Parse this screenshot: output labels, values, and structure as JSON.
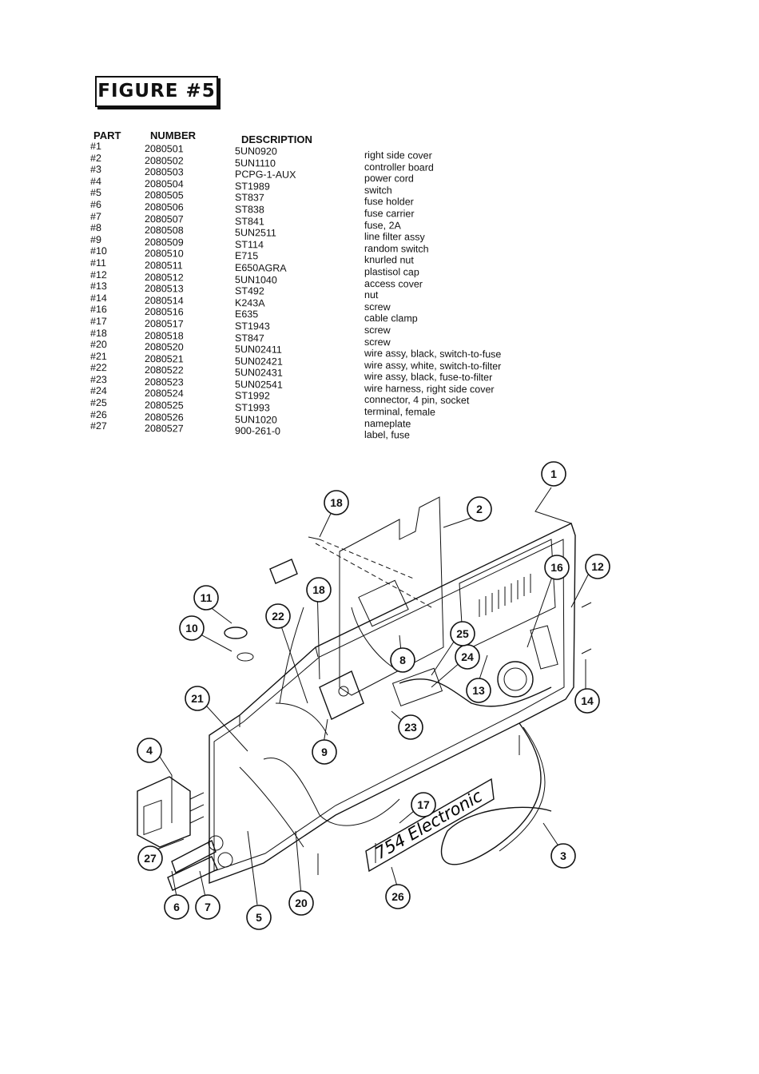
{
  "figure_title": "FIGURE  #5",
  "headers": {
    "part": "PART",
    "number": "NUMBER",
    "description": "DESCRIPTION"
  },
  "parts": [
    {
      "part": "#1",
      "number": "2080501",
      "code": "5UN0920",
      "desc": "right side cover"
    },
    {
      "part": "#2",
      "number": "2080502",
      "code": "5UN1110",
      "desc": "controller board"
    },
    {
      "part": "#3",
      "number": "2080503",
      "code": "PCPG-1-AUX",
      "desc": "power cord"
    },
    {
      "part": "#4",
      "number": "2080504",
      "code": "ST1989",
      "desc": "switch"
    },
    {
      "part": "#5",
      "number": "2080505",
      "code": "ST837",
      "desc": "fuse holder"
    },
    {
      "part": "#6",
      "number": "2080506",
      "code": "ST838",
      "desc": "fuse carrier"
    },
    {
      "part": "#7",
      "number": "2080507",
      "code": "ST841",
      "desc": "fuse, 2A"
    },
    {
      "part": "#8",
      "number": "2080508",
      "code": "5UN2511",
      "desc": "line filter assy"
    },
    {
      "part": "#9",
      "number": "2080509",
      "code": "ST114",
      "desc": "random switch"
    },
    {
      "part": "#10",
      "number": "2080510",
      "code": "E715",
      "desc": "knurled nut"
    },
    {
      "part": "#11",
      "number": "2080511",
      "code": "E650AGRA",
      "desc": "plastisol cap"
    },
    {
      "part": "#12",
      "number": "2080512",
      "code": "5UN1040",
      "desc": "access cover"
    },
    {
      "part": "#13",
      "number": "2080513",
      "code": "ST492",
      "desc": "nut"
    },
    {
      "part": "#14",
      "number": "2080514",
      "code": "K243A",
      "desc": "screw"
    },
    {
      "part": "#16",
      "number": "2080516",
      "code": "E635",
      "desc": "cable clamp"
    },
    {
      "part": "#17",
      "number": "2080517",
      "code": "ST1943",
      "desc": "screw"
    },
    {
      "part": "#18",
      "number": "2080518",
      "code": "ST847",
      "desc": "screw"
    },
    {
      "part": "#20",
      "number": "2080520",
      "code": "5UN02411",
      "desc": "wire assy, black, switch-to-fuse"
    },
    {
      "part": "#21",
      "number": "2080521",
      "code": "5UN02421",
      "desc": "wire assy, white, switch-to-filter"
    },
    {
      "part": "#22",
      "number": "2080522",
      "code": "5UN02431",
      "desc": "wire assy, black, fuse-to-filter"
    },
    {
      "part": "#23",
      "number": "2080523",
      "code": "5UN02541",
      "desc": "wire harness, right side cover"
    },
    {
      "part": "#24",
      "number": "2080524",
      "code": "ST1992",
      "desc": "connector, 4 pin, socket"
    },
    {
      "part": "#25",
      "number": "2080525",
      "code": "ST1993",
      "desc": "terminal, female"
    },
    {
      "part": "#26",
      "number": "2080526",
      "code": "5UN1020",
      "desc": "nameplate"
    },
    {
      "part": "#27",
      "number": "2080527",
      "code": "900-261-0",
      "desc": "label, fuse"
    }
  ],
  "diagram": {
    "nameplate_text": "754 Electronic",
    "callouts": [
      "1",
      "2",
      "3",
      "4",
      "5",
      "6",
      "7",
      "8",
      "9",
      "10",
      "11",
      "12",
      "13",
      "14",
      "16",
      "17",
      "18",
      "18",
      "20",
      "21",
      "22",
      "23",
      "24",
      "25",
      "26",
      "27"
    ]
  }
}
